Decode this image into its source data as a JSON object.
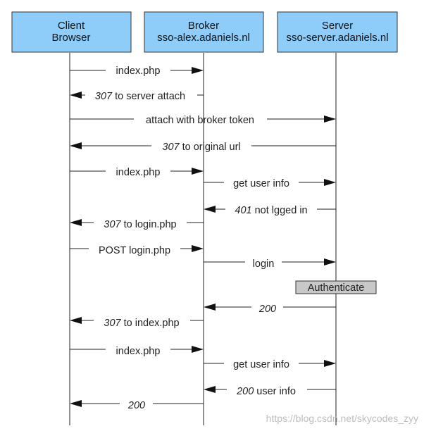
{
  "actors": [
    {
      "line1": "Client",
      "line2": "Browser"
    },
    {
      "line1": "Broker",
      "line2": "sso-alex.adaniels.nl"
    },
    {
      "line1": "Server",
      "line2": "sso-server.adaniels.nl"
    }
  ],
  "messages": [
    {
      "code": "",
      "text": "index.php"
    },
    {
      "code": "307",
      "text": " to server attach"
    },
    {
      "code": "",
      "text": "attach with broker token"
    },
    {
      "code": "307",
      "text": " to original url"
    },
    {
      "code": "",
      "text": "index.php"
    },
    {
      "code": "",
      "text": "get user info"
    },
    {
      "code": "401",
      "text": " not lgged in"
    },
    {
      "code": "307",
      "text": " to login.php"
    },
    {
      "code": "",
      "text": "POST login.php"
    },
    {
      "code": "",
      "text": "login"
    },
    {
      "code": "200",
      "text": ""
    },
    {
      "code": "307",
      "text": " to index.php"
    },
    {
      "code": "",
      "text": "index.php"
    },
    {
      "code": "",
      "text": "get user info"
    },
    {
      "code": "200",
      "text": " user info"
    },
    {
      "code": "200",
      "text": ""
    }
  ],
  "note": {
    "text": "Authenticate"
  },
  "watermark": "https://blog.csdn.net/skycodes_zyy"
}
